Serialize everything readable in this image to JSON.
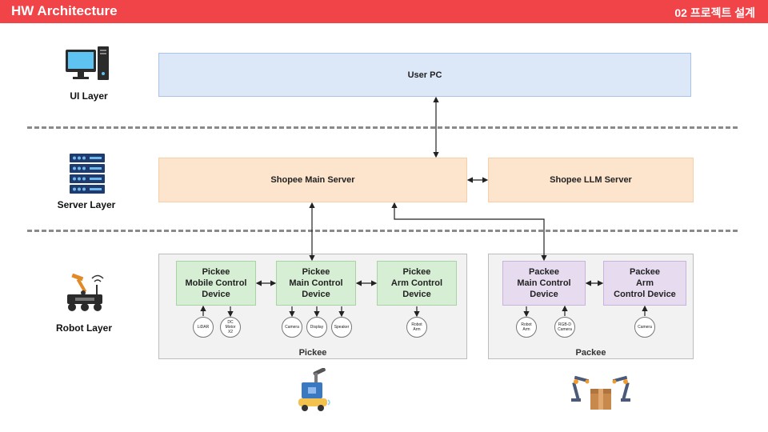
{
  "header": {
    "title": "HW Architecture",
    "section": "02 프로젝트 설계"
  },
  "layers": {
    "ui": "UI Layer",
    "server": "Server Layer",
    "robot": "Robot Layer"
  },
  "nodes": {
    "user_pc": "User PC",
    "main_server": "Shopee Main Server",
    "llm_server": "Shopee LLM Server"
  },
  "pickee": {
    "group_label": "Pickee",
    "mobile": "Pickee\nMobile Control\nDevice",
    "main": "Pickee\nMain Control\nDevice",
    "arm": "Pickee\nArm Control\nDevice",
    "peripherals": {
      "lidar": "LiDAR",
      "dc_motor": "DC\nMotor\nX2",
      "camera": "Camera",
      "display": "Display",
      "speaker": "Speaker",
      "robot_arm": "Robot\nArm"
    }
  },
  "packee": {
    "group_label": "Packee",
    "main": "Packee\nMain Control\nDevice",
    "arm": "Packee\nArm\nControl Device",
    "peripherals": {
      "robot_arm": "Robot\nArm",
      "rgbd_camera": "RGB-D\nCamera",
      "camera": "Camera"
    }
  },
  "colors": {
    "header_bar": "#f04449",
    "ui_box": "#dce8f8",
    "server_box": "#fde5cd",
    "pickee_device": "#d6eed3",
    "packee_device": "#e6dbef",
    "group_bg": "#f2f2f2"
  }
}
